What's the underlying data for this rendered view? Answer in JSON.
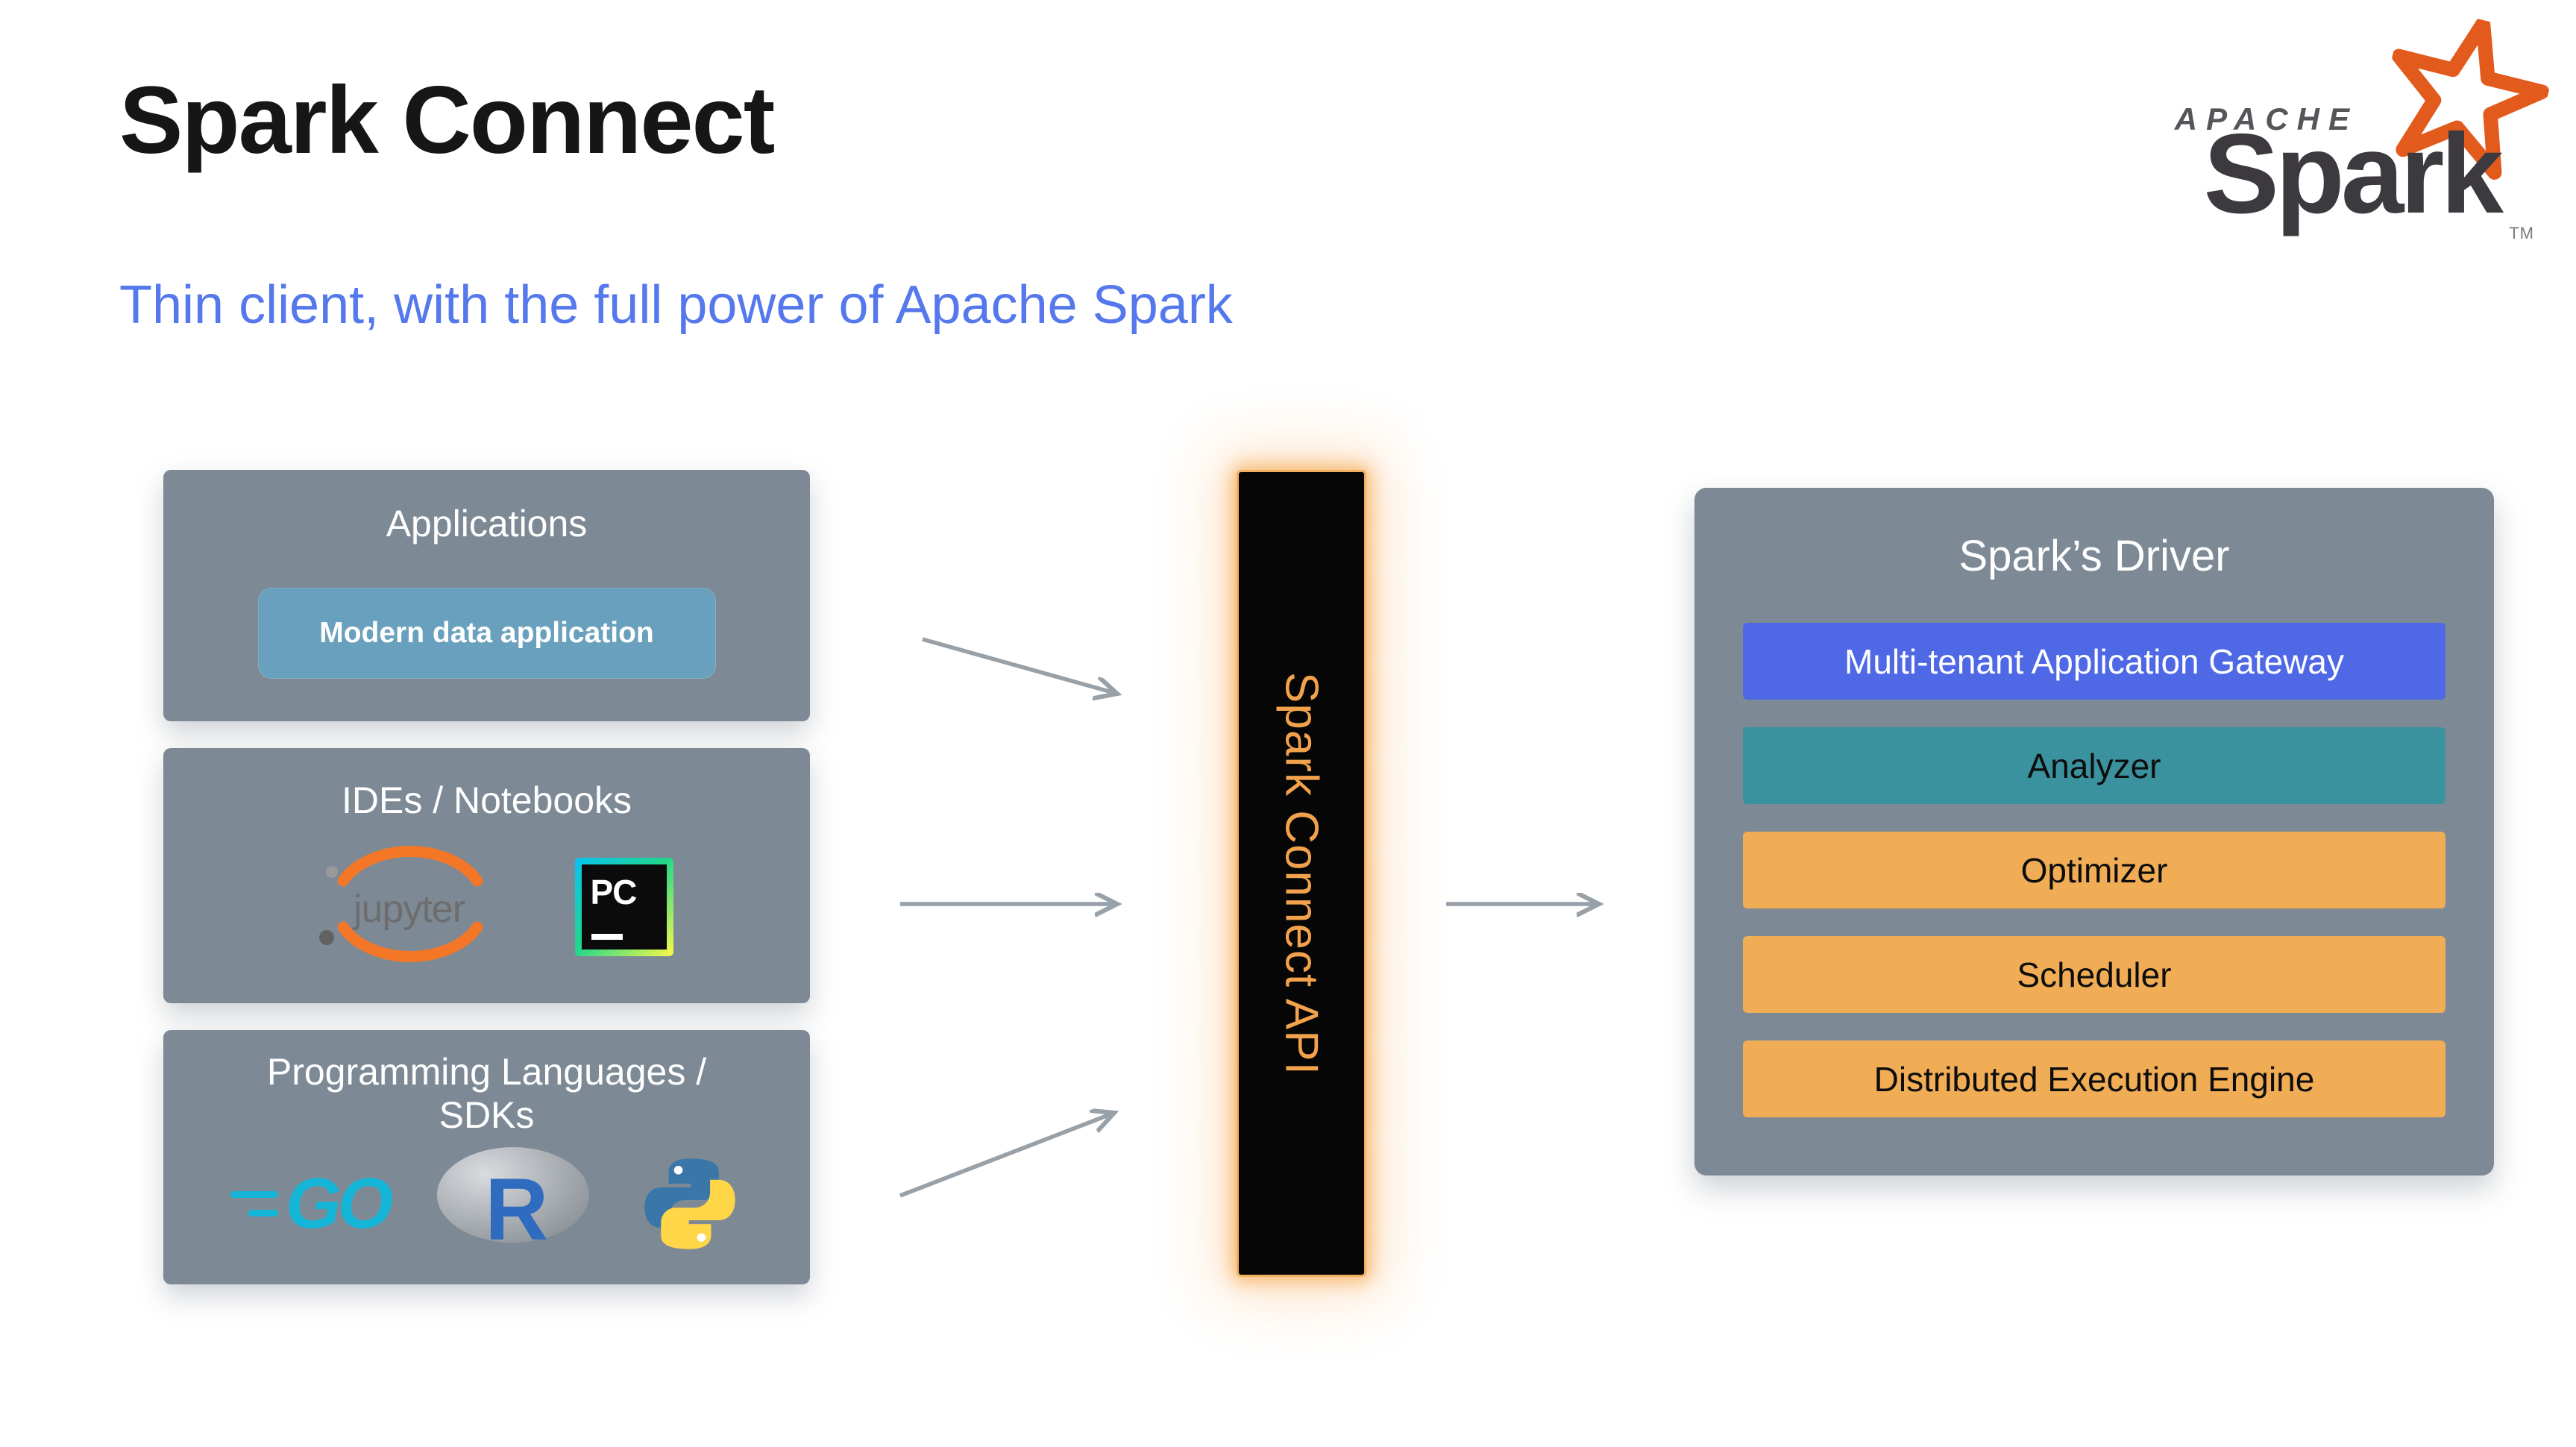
{
  "slide": {
    "title": "Spark Connect",
    "subtitle": "Thin client, with the full power of Apache Spark"
  },
  "brand": {
    "apache": "APACHE",
    "wordmark": "Spark",
    "trademark": "TM",
    "star_color": "#e25a1c",
    "wordmark_color": "#3c3a3e"
  },
  "sources": [
    {
      "title": "Applications",
      "chip": "Modern data application"
    },
    {
      "title": "IDEs / Notebooks",
      "logos": [
        "jupyter-logo",
        "pycharm-logo"
      ]
    },
    {
      "title": "Programming Languages / SDKs",
      "logos": [
        "go-logo",
        "r-logo",
        "python-logo"
      ]
    }
  ],
  "logos": {
    "jupyter": "jupyter",
    "pycharm": "PC",
    "go": "GO",
    "r": "R"
  },
  "connector": {
    "label": "Spark Connect API",
    "text_color": "#f2a14d",
    "background": "#060606",
    "glow_color": "#f5a34b"
  },
  "driver": {
    "title": "Spark’s Driver",
    "rows": [
      {
        "label": "Multi-tenant Application Gateway",
        "background": "#4e68e6",
        "text_color": "#ffffff"
      },
      {
        "label": "Analyzer",
        "background": "#3a929e",
        "text_color": "#0d0d0d"
      },
      {
        "label": "Optimizer",
        "background": "#f0ad55",
        "text_color": "#0d0d0d"
      },
      {
        "label": "Scheduler",
        "background": "#f0ad55",
        "text_color": "#0d0d0d"
      },
      {
        "label": "Distributed Execution Engine",
        "background": "#f0ad55",
        "text_color": "#0d0d0d"
      }
    ]
  },
  "colors": {
    "subtitle": "#5578ec",
    "panel": "#7d8a96",
    "chip": "#68a0bd",
    "arrow": "#98a0a8",
    "jupyter_orange": "#f37726",
    "go_blue": "#15b5d8",
    "r_blue": "#2f6bbf",
    "python_blue": "#3a76a8",
    "python_yellow": "#ffd648"
  }
}
